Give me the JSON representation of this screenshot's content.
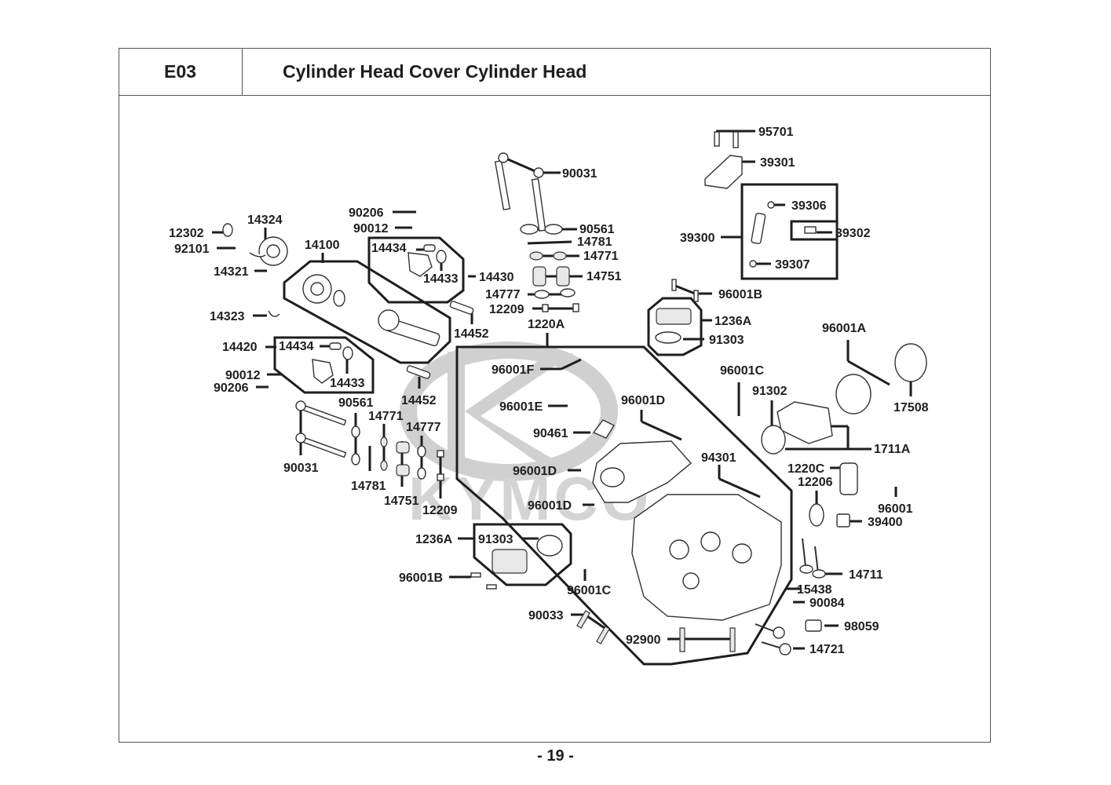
{
  "header": {
    "section_code": "E03",
    "title": "Cylinder Head Cover  Cylinder Head"
  },
  "watermark": "KYMCO",
  "page_number": "- 19 -",
  "labels": {
    "p95701": "95701",
    "p39301": "39301",
    "p39306": "39306",
    "p39302": "39302",
    "p39300": "39300",
    "p39307": "39307",
    "p96001B_top": "96001B",
    "p1236A_top": "1236A",
    "p91303_top": "91303",
    "p96001A": "96001A",
    "p17508": "17508",
    "p96001C_right": "96001C",
    "p91302": "91302",
    "p1711A": "1711A",
    "p1220C": "1220C",
    "p12206": "12206",
    "p96001": "96001",
    "p39400": "39400",
    "p14711": "14711",
    "p15438": "15438",
    "p90084": "90084",
    "p98059": "98059",
    "p14721": "14721",
    "p92900": "92900",
    "p90033": "90033",
    "p96001C_bottom": "96001C",
    "p96001B_bottom": "96001B",
    "p1236A_bottom": "1236A",
    "p91303_bottom": "91303",
    "p90031_top": "90031",
    "p90561_top": "90561",
    "p14781_top": "14781",
    "p14771_top": "14771",
    "p14751_top": "14751",
    "p14777_top": "14777",
    "p12209_top": "12209",
    "p1220A": "1220A",
    "p90206_top": "90206",
    "p90012_top": "90012",
    "p14434_top": "14434",
    "p14433_top": "14433",
    "p14430": "14430",
    "p14452_top": "14452",
    "p12302": "12302",
    "p14324": "14324",
    "p92101": "92101",
    "p14321": "14321",
    "p14100": "14100",
    "p14323": "14323",
    "p14420": "14420",
    "p14434_bottom": "14434",
    "p14433_bottom": "14433",
    "p90012_bottom": "90012",
    "p90206_bottom": "90206",
    "p14452_bottom": "14452",
    "p90561_bottom": "90561",
    "p14771_bottom": "14771",
    "p14777_bottom": "14777",
    "p90031_bottom": "90031",
    "p14781_bottom": "14781",
    "p14751_bottom": "14751",
    "p12209_bottom": "12209",
    "p96001F": "96001F",
    "p96001E": "96001E",
    "p96001D_a": "96001D",
    "p90461": "90461",
    "p96001D_b": "96001D",
    "p96001D_c": "96001D",
    "p94301": "94301"
  }
}
